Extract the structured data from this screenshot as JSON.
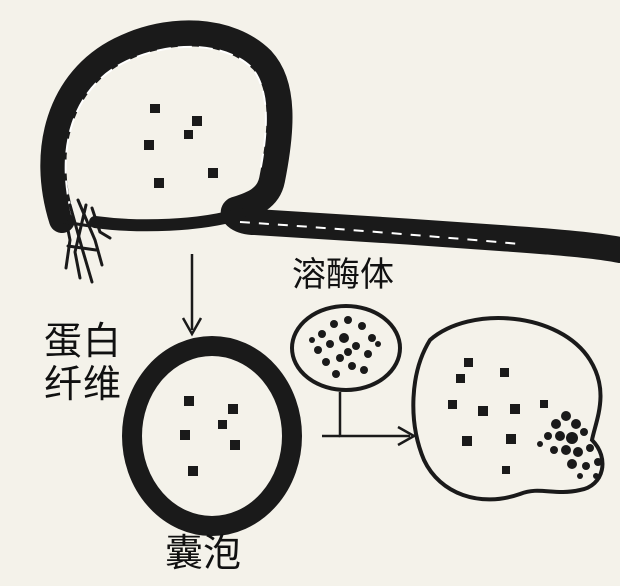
{
  "labels": {
    "protein_fiber": "蛋白纤维",
    "lysosome": "溶酶体",
    "vesicle": "囊泡"
  },
  "colors": {
    "background": "#f4f2ea",
    "ink": "#1a1a1a",
    "highlight": "#ffffff"
  }
}
